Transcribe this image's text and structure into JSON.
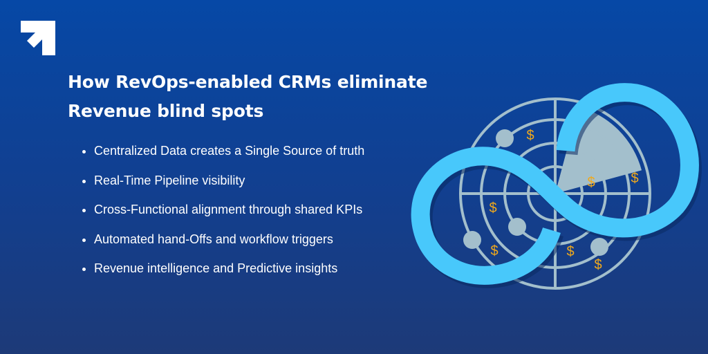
{
  "logo": {
    "icon": "arrow-logo-icon"
  },
  "title": {
    "line1": "How RevOps-enabled CRMs eliminate",
    "line2": "Revenue blind spots"
  },
  "bullets": [
    "Centralized Data creates a Single Source of truth",
    "Real-Time Pipeline visibility",
    "Cross-Functional alignment through shared KPIs",
    "Automated hand-Offs and workflow triggers",
    "Revenue intelligence and Predictive insights"
  ],
  "illustration": {
    "symbol": "$",
    "colors": {
      "infinity": "#48c8fb",
      "radar": "#a3bfcc",
      "dollar": "#f0a91c"
    }
  }
}
